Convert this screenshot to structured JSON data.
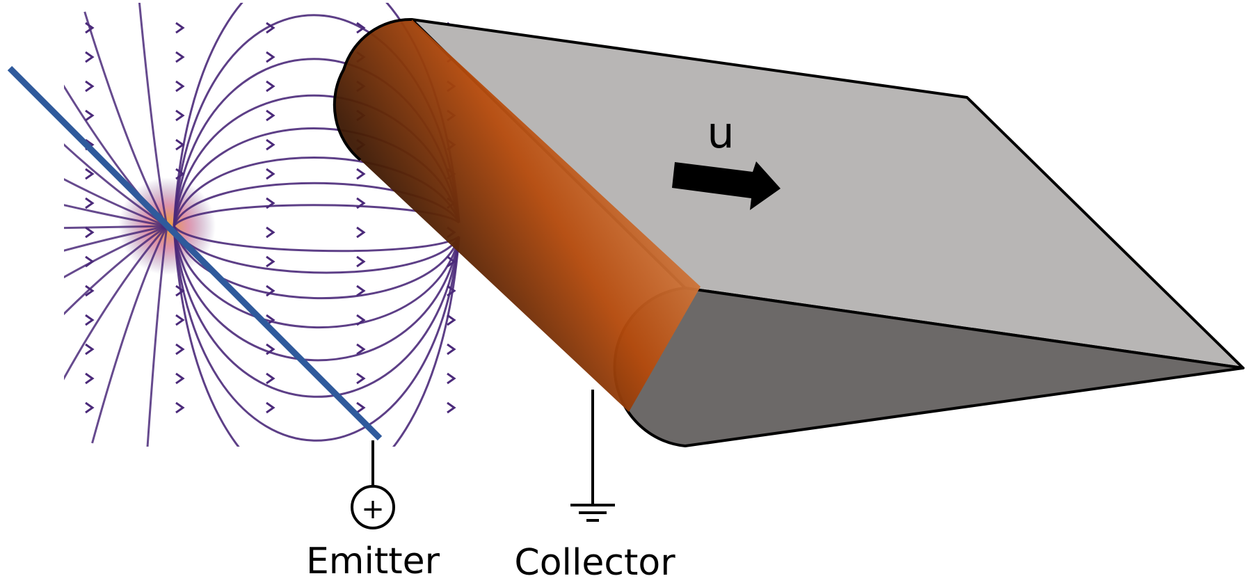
{
  "labels": {
    "velocity": "u",
    "emitter": "Emitter",
    "collector": "Collector",
    "emitter_polarity": "+"
  },
  "colors": {
    "field_lines": "#4b2a7a",
    "field_core": "#f5a623",
    "emitter_wire": "#2f5a9c",
    "collector_light": "#d98a52",
    "collector_mid": "#b44a0c",
    "collector_dark": "#3e1a05",
    "wing_top": "#b8b6b5",
    "wing_bottom": "#6c6968",
    "outline": "#000000"
  },
  "icons": {
    "ground": "ground-symbol-icon",
    "positive_source": "positive-source-icon",
    "flow_arrow": "right-arrow-icon"
  }
}
